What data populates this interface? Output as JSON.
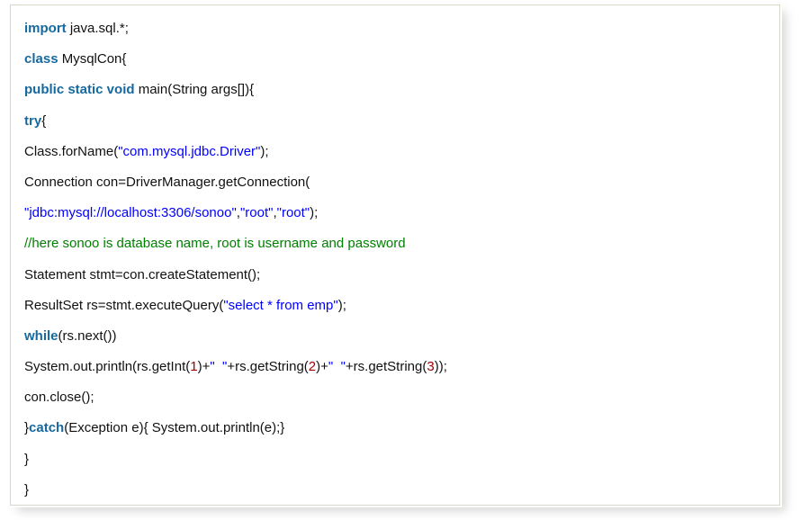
{
  "panel": {
    "background_color": "#ffffff",
    "border_color": "#d8d8c8",
    "shadow_color": "rgba(120,120,115,0.30)"
  },
  "syntax_colors": {
    "keyword": "#16699e",
    "string": "#0000ff",
    "comment": "#008000",
    "number": "#a00000",
    "plain": "#111111"
  },
  "code": {
    "language": "java",
    "lines": [
      {
        "index": 1,
        "text": "import java.sql.*;",
        "tokens": [
          {
            "t": "import",
            "k": "kw"
          },
          {
            "t": " java.sql.*;",
            "k": "plain"
          }
        ]
      },
      {
        "index": 2,
        "text": "class MysqlCon{",
        "tokens": [
          {
            "t": "class",
            "k": "kw"
          },
          {
            "t": " MysqlCon{",
            "k": "plain"
          }
        ]
      },
      {
        "index": 3,
        "text": "public static void main(String args[]){",
        "tokens": [
          {
            "t": "public static void",
            "k": "kw"
          },
          {
            "t": " main(String args[]){",
            "k": "plain"
          }
        ]
      },
      {
        "index": 4,
        "text": "try{",
        "tokens": [
          {
            "t": "try",
            "k": "kw"
          },
          {
            "t": "{",
            "k": "plain"
          }
        ]
      },
      {
        "index": 5,
        "text": "Class.forName(\"com.mysql.jdbc.Driver\");",
        "tokens": [
          {
            "t": "Class.forName(",
            "k": "plain"
          },
          {
            "t": "\"com.mysql.jdbc.Driver\"",
            "k": "str"
          },
          {
            "t": ");",
            "k": "plain"
          }
        ]
      },
      {
        "index": 6,
        "text": "Connection con=DriverManager.getConnection(",
        "tokens": [
          {
            "t": "Connection con=DriverManager.getConnection(",
            "k": "plain"
          }
        ]
      },
      {
        "index": 7,
        "text": "\"jdbc:mysql://localhost:3306/sonoo\",\"root\",\"root\");",
        "tokens": [
          {
            "t": "\"jdbc:mysql://localhost:3306/sonoo\"",
            "k": "str"
          },
          {
            "t": ",",
            "k": "plain"
          },
          {
            "t": "\"root\"",
            "k": "str"
          },
          {
            "t": ",",
            "k": "plain"
          },
          {
            "t": "\"root\"",
            "k": "str"
          },
          {
            "t": ");",
            "k": "plain"
          }
        ]
      },
      {
        "index": 8,
        "text": "//here sonoo is database name, root is username and password",
        "tokens": [
          {
            "t": "//here sonoo is database name, root is username and password",
            "k": "com"
          }
        ]
      },
      {
        "index": 9,
        "text": "Statement stmt=con.createStatement();",
        "tokens": [
          {
            "t": "Statement stmt=con.createStatement();",
            "k": "plain"
          }
        ]
      },
      {
        "index": 10,
        "text": "ResultSet rs=stmt.executeQuery(\"select * from emp\");",
        "tokens": [
          {
            "t": "ResultSet rs=stmt.executeQuery(",
            "k": "plain"
          },
          {
            "t": "\"select * from emp\"",
            "k": "str"
          },
          {
            "t": ");",
            "k": "plain"
          }
        ]
      },
      {
        "index": 11,
        "text": "while(rs.next())",
        "tokens": [
          {
            "t": "while",
            "k": "kw"
          },
          {
            "t": "(rs.next())",
            "k": "plain"
          }
        ]
      },
      {
        "index": 12,
        "text": "System.out.println(rs.getInt(1)+\" \"+rs.getString(2)+\" \"+rs.getString(3));",
        "tokens": [
          {
            "t": "System.out.println(rs.getInt(",
            "k": "plain"
          },
          {
            "t": "1",
            "k": "num"
          },
          {
            "t": ")+",
            "k": "plain"
          },
          {
            "t": "\"  \"",
            "k": "str"
          },
          {
            "t": "+rs.getString(",
            "k": "plain"
          },
          {
            "t": "2",
            "k": "num"
          },
          {
            "t": ")+",
            "k": "plain"
          },
          {
            "t": "\"  \"",
            "k": "str"
          },
          {
            "t": "+rs.getString(",
            "k": "plain"
          },
          {
            "t": "3",
            "k": "num"
          },
          {
            "t": "));",
            "k": "plain"
          }
        ]
      },
      {
        "index": 13,
        "text": "con.close();",
        "tokens": [
          {
            "t": "con.close();",
            "k": "plain"
          }
        ]
      },
      {
        "index": 14,
        "text": "}catch(Exception e){ System.out.println(e);}",
        "tokens": [
          {
            "t": "}",
            "k": "plain"
          },
          {
            "t": "catch",
            "k": "kw"
          },
          {
            "t": "(Exception e){ System.out.println(e);}",
            "k": "plain"
          }
        ]
      },
      {
        "index": 15,
        "text": "}",
        "tokens": [
          {
            "t": "}",
            "k": "plain"
          }
        ]
      },
      {
        "index": 16,
        "text": "}",
        "tokens": [
          {
            "t": "}",
            "k": "plain"
          }
        ]
      }
    ]
  }
}
